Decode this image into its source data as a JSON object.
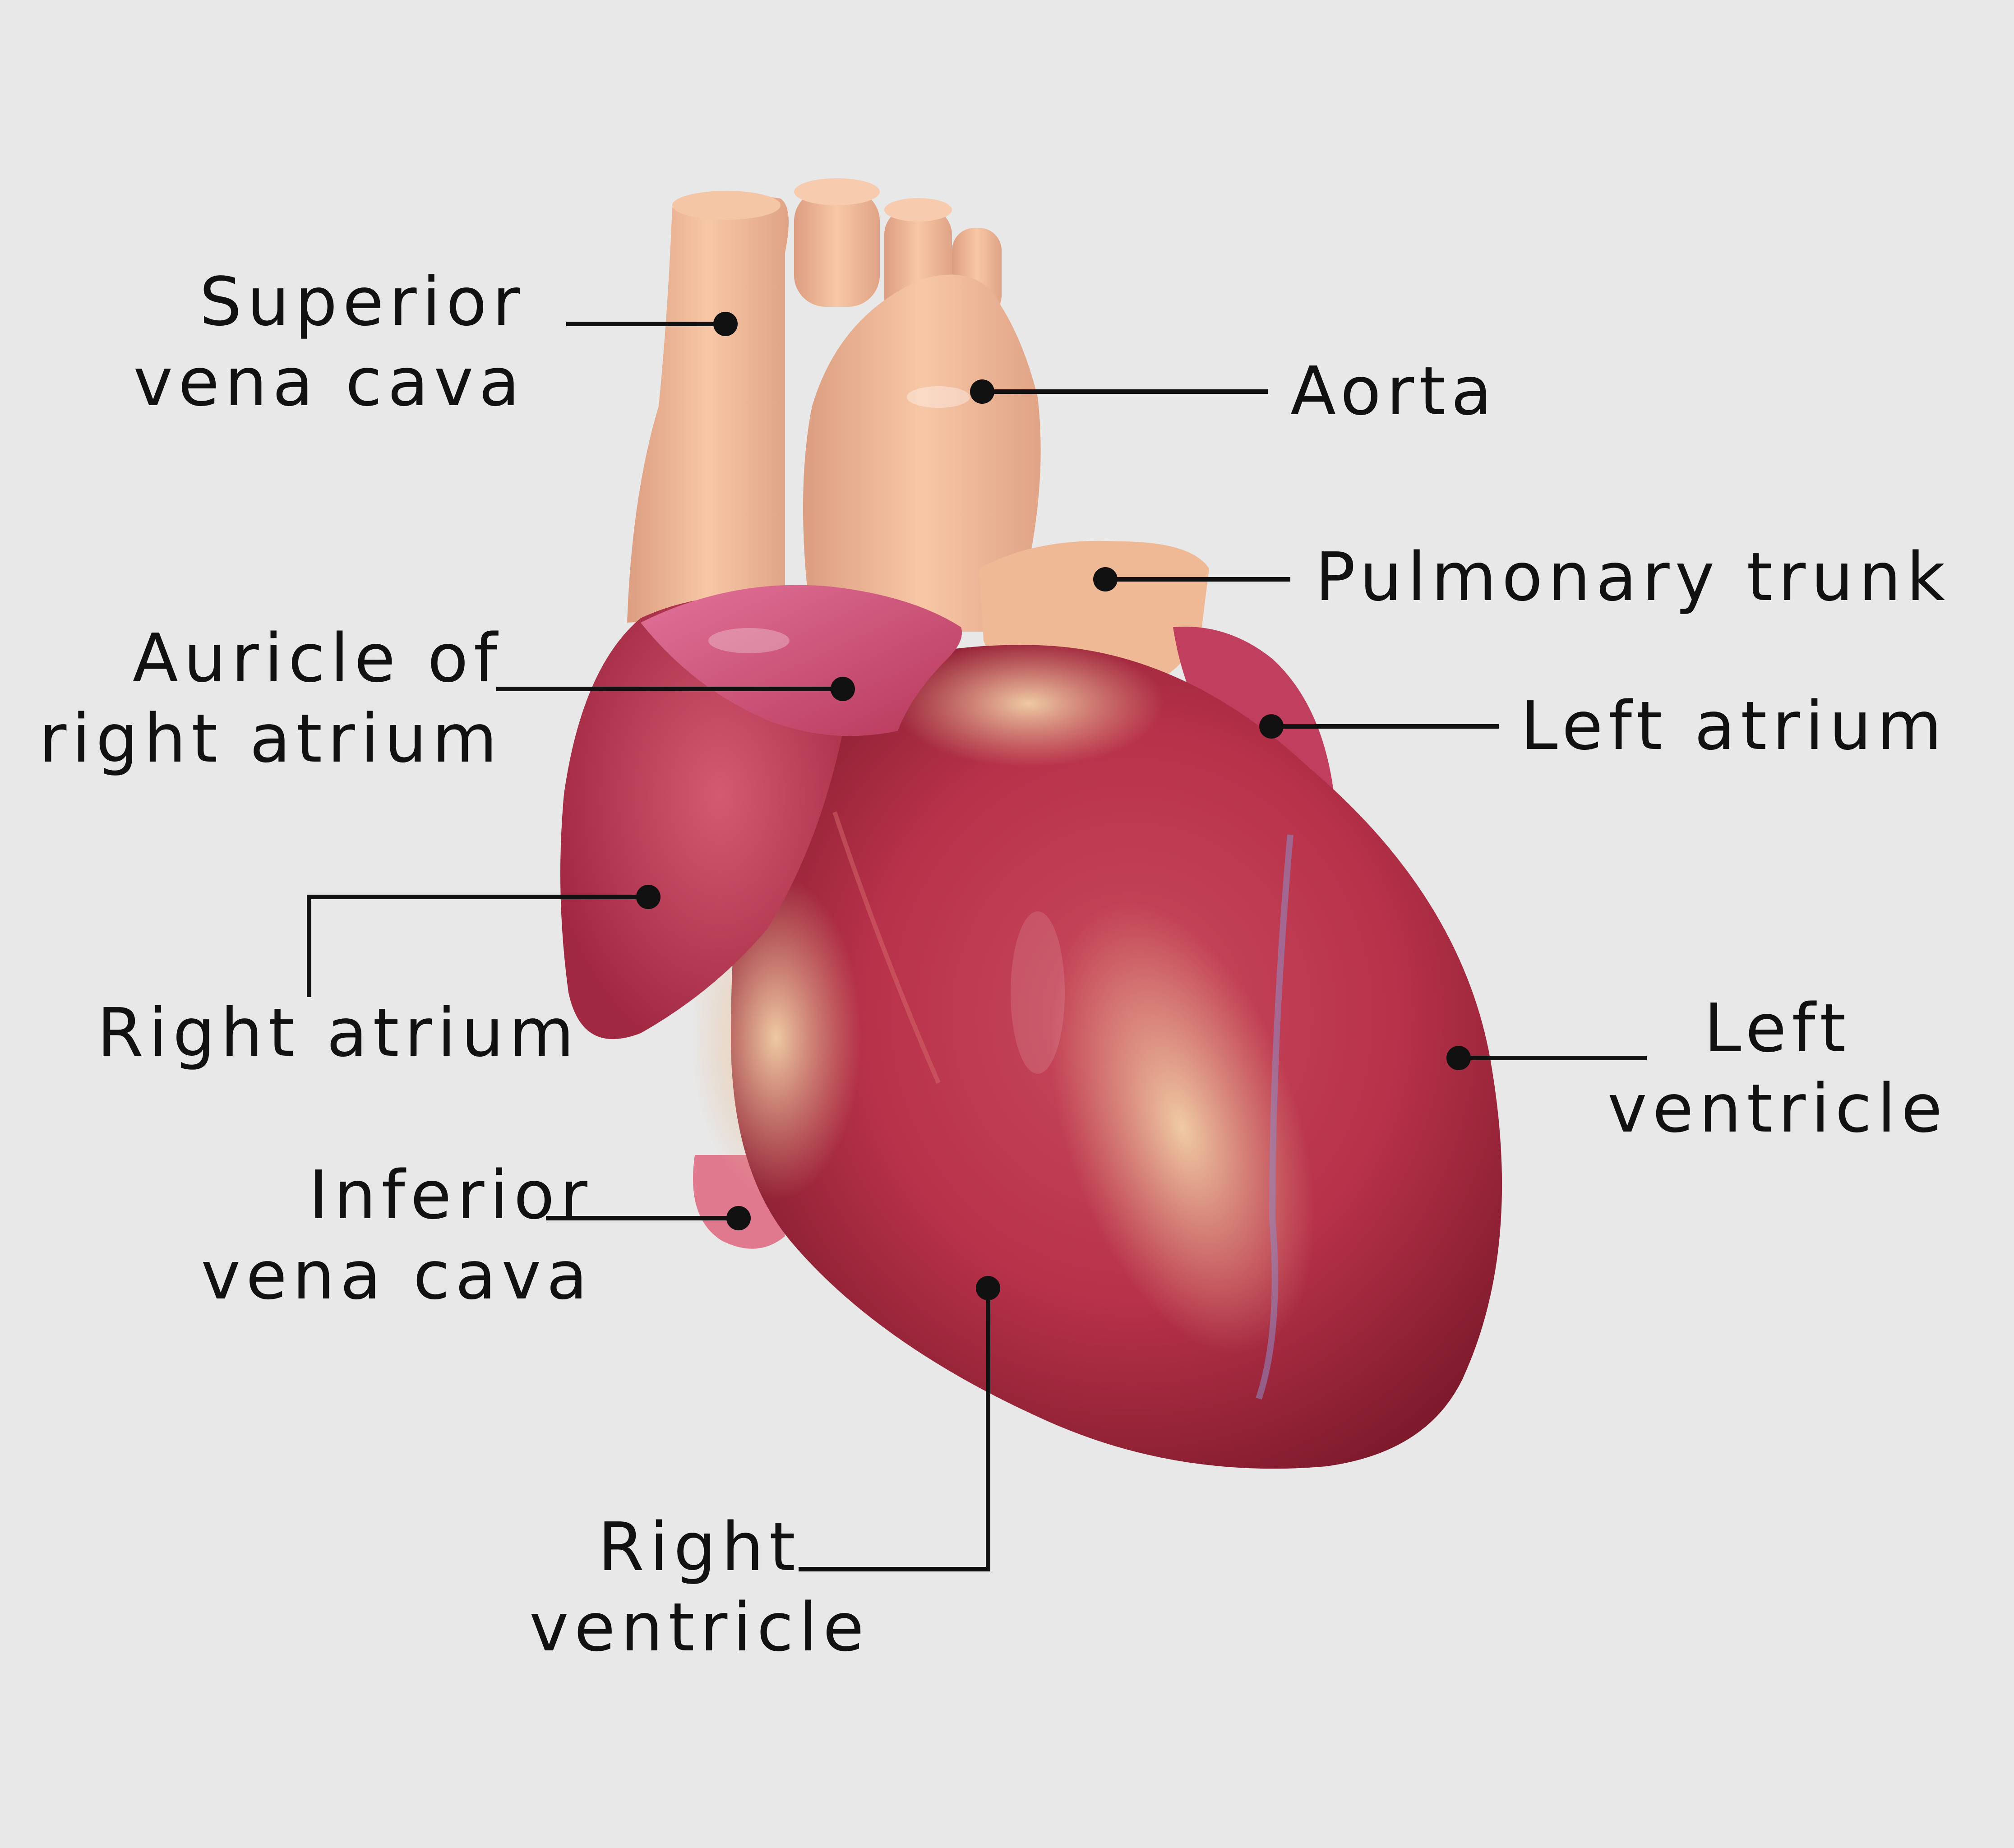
{
  "labels": {
    "superior_vena_cava": [
      "Superior",
      "vena cava"
    ],
    "aorta": [
      "Aorta"
    ],
    "pulmonary_trunk": [
      "Pulmonary trunk"
    ],
    "auricle_right_atrium": [
      "Auricle of",
      "right atrium"
    ],
    "left_atrium": [
      "Left atrium"
    ],
    "right_atrium": [
      "Right atrium"
    ],
    "left_ventricle": [
      "Left",
      "ventricle"
    ],
    "inferior_vena_cava": [
      "Inferior",
      "vena cava"
    ],
    "right_ventricle": [
      "Right",
      "ventricle"
    ]
  },
  "colors": {
    "background": "#e8e8e8",
    "leader": "#111111",
    "vessel": "#f1b795",
    "vessel_shade": "#d8937a",
    "muscle": "#b8324a",
    "muscle_dark": "#8c1f33",
    "auricle": "#cf4a6a",
    "fat": "#e9c49b"
  }
}
